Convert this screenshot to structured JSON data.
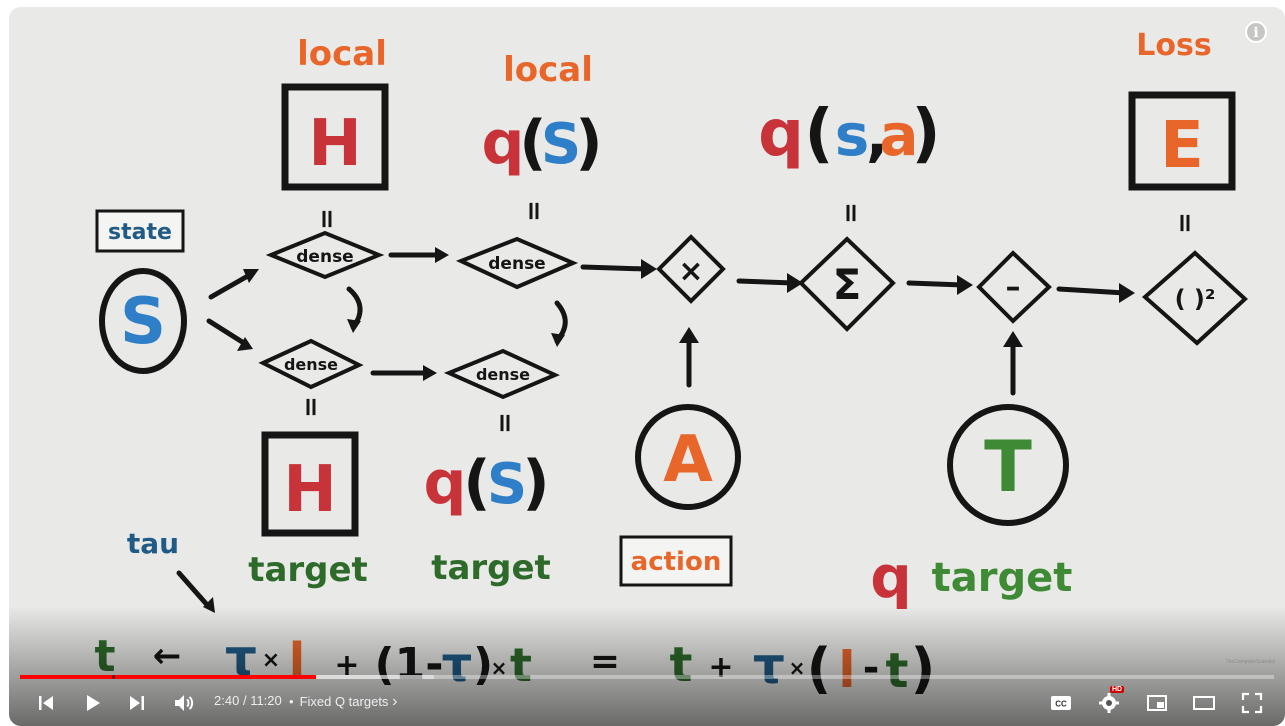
{
  "video": {
    "diagram": {
      "labels": {
        "local_top_left": "local",
        "local_top_mid": "local",
        "loss": "Loss",
        "state": "state",
        "tau": "tau",
        "target_h": "target",
        "target_q": "target",
        "action": "action",
        "q_target_q": "q",
        "q_target_word": "target"
      },
      "boxes": {
        "H_local": "H",
        "H_target": "H",
        "E_loss": "E"
      },
      "nodes": {
        "S": "S",
        "A": "A",
        "T": "T",
        "dense_local_1": "dense",
        "dense_local_2": "dense",
        "dense_target_1": "dense",
        "dense_target_2": "dense",
        "multiply": "×",
        "sum": "Σ",
        "minus": "–",
        "square": "( )²"
      },
      "equals_marks": "=",
      "formula_q_local": {
        "q": "q",
        "open": "(",
        "s": "S",
        "close": ")"
      },
      "formula_q_target": {
        "q": "q",
        "open": "(",
        "s": "S",
        "close": ")"
      },
      "formula_q_sa": {
        "q": "q",
        "open": "(",
        "s": "s",
        "comma": ",",
        "a": "a",
        "close": ")"
      },
      "update_rule": {
        "t_left": "t",
        "arrow": "←",
        "tau1": "τ",
        "times1": "×",
        "l1": "l",
        "plus1": "+",
        "one_minus": "(1-",
        "tau2": "τ",
        "close1": ")",
        "times2": "×",
        "t2": "t",
        "equals": "=",
        "t3": "t",
        "plus2": "+",
        "tau3": "τ",
        "times3": "×",
        "open2": "(",
        "l2": "l",
        "minus": "-",
        "t4": "t",
        "close2": ")"
      },
      "colors": {
        "red": "#c8333a",
        "orange": "#e8662a",
        "blue": "#2f7fc8",
        "green": "#2e6b2b",
        "darkblue": "#1f5b86",
        "black": "#151515"
      },
      "watermark": "TheComputerScientist"
    },
    "player": {
      "current_time": "2:40",
      "separator": "/",
      "duration": "11:20",
      "chapter_dot": "•",
      "chapter_title": "Fixed Q targets",
      "chapter_chevron": "›",
      "hd_badge": "HD",
      "info_label": "i",
      "progress_played": 0.236,
      "progress_loaded": 0.33
    }
  }
}
